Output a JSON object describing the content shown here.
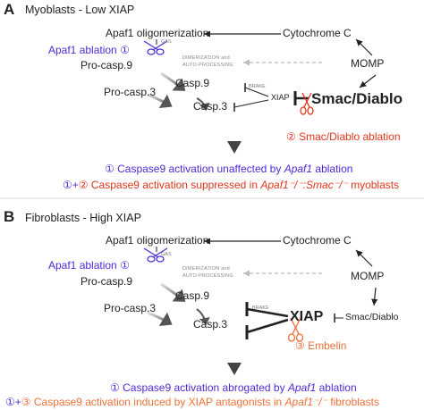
{
  "panelA": {
    "letter": "A",
    "title": "Myoblasts - Low XIAP",
    "apaf1_olig": "Apaf1 oligomerization",
    "cytc": "Cytochrome C",
    "apaf1_ablation": "Apaf1 ablation",
    "marker1": "①",
    "gas": "GAS",
    "dim1": "DIMERIZATION and",
    "dim2": "AUTO-PROCESSING",
    "procasp9": "Pro-casp.9",
    "momp": "MOMP",
    "casp9": "Casp.9",
    "procasp3": "Pro-casp.3",
    "brake": "BRAKE",
    "xiap": "XIAP",
    "smac": "Smac/Diablo",
    "casp3": "Casp.3",
    "marker2": "②",
    "smac_ablation": "Smac/Diablo ablation",
    "sum1_marker": "①",
    "sum1_text": "Caspase9 activation unaffected by",
    "sum1_italic": "Apaf1",
    "sum1_end": "ablation",
    "sum2_m1": "①",
    "sum2_plus": "+",
    "sum2_m2": "②",
    "sum2_text": "Caspase9 activation suppressed in",
    "sum2_italic": "Apaf1⁻/⁻:Smac⁻/⁻",
    "sum2_end": "myoblasts"
  },
  "panelB": {
    "letter": "B",
    "title": "Fibroblasts - High XIAP",
    "apaf1_olig": "Apaf1 oligomerization",
    "cytc": "Cytochrome C",
    "apaf1_ablation": "Apaf1 ablation",
    "marker1": "①",
    "gas": "GAS",
    "dim1": "DIMERIZATION and",
    "dim2": "AUTO-PROCESSING",
    "procasp9": "Pro-casp.9",
    "momp": "MOMP",
    "casp9": "Casp.9",
    "procasp3": "Pro-casp.3",
    "brake": "BRAKE",
    "xiap": "XIAP",
    "smac": "Smac/Diablo",
    "casp3": "Casp.3",
    "marker3": "③",
    "embelin": "Embelin",
    "sum1_marker": "①",
    "sum1_text": "Caspase9 activation abrogated by",
    "sum1_italic": "Apaf1",
    "sum1_end": "ablation",
    "sum2_m1": "①",
    "sum2_plus": "+",
    "sum2_m3": "③",
    "sum2_text": "Caspase9 activation induced by XIAP antagonists in",
    "sum2_italic": "Apaf1⁻/⁻",
    "sum2_end": "fibroblasts"
  },
  "colors": {
    "purple": "#4c2bd6",
    "red": "#e0351b",
    "orange": "#ee7036",
    "dark": "#222222",
    "gray": "#999999"
  },
  "icons": [
    "scissors-icon",
    "arrow-icon",
    "inhibition-bar-icon",
    "divider-line"
  ]
}
